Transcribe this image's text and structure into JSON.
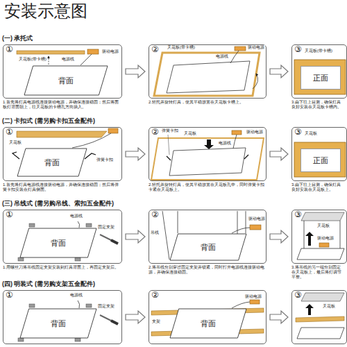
{
  "diagram": {
    "title": "安装示意图",
    "nodes": [
      {
        "text": [
          "①"
        ]
      },
      {
        "text": [
          "背面"
        ],
        "in": 0
      },
      {
        "text": [
          "②"
        ]
      },
      {
        "text": [
          "③"
        ]
      },
      {
        "text": [
          "正面"
        ],
        "in": 3
      },
      {
        "text": [
          "①"
        ]
      },
      {
        "text": [
          "背面"
        ],
        "in": 5
      },
      {
        "text": [
          "②"
        ]
      },
      {
        "text": [
          "③"
        ]
      },
      {
        "text": [
          "正面"
        ],
        "in": 8
      },
      {
        "text": [
          "①"
        ]
      },
      {
        "text": [
          "背面"
        ],
        "in": 10
      },
      {
        "text": [
          "②"
        ]
      },
      {
        "text": [
          "背面"
        ],
        "in": 12
      },
      {
        "text": [
          "③"
        ]
      },
      {
        "text": [
          "①"
        ]
      },
      {
        "text": [
          "背面"
        ],
        "in": 15
      },
      {
        "text": [
          "②"
        ]
      },
      {
        "text": [
          "背面"
        ],
        "in": 17
      },
      {
        "text": [
          "③"
        ]
      }
    ],
    "edges": [
      {
        "from": 0,
        "to": 2,
        "arrow": "to"
      },
      {
        "from": 2,
        "to": 3,
        "arrow": "to"
      },
      {
        "from": 5,
        "to": 7,
        "arrow": "to"
      },
      {
        "from": 7,
        "to": 8,
        "arrow": "to"
      },
      {
        "from": 10,
        "to": 12,
        "arrow": "to"
      },
      {
        "from": 12,
        "to": 14,
        "arrow": "to"
      },
      {
        "from": 15,
        "to": 17,
        "arrow": "to"
      },
      {
        "from": 17,
        "to": 19,
        "arrow": "to"
      }
    ],
    "labels": [
      "(一) 承托式",
      "天花板(带卡槽)",
      "电源线",
      "驱动电源",
      "天花板(带卡槽)",
      "电源线",
      "驱动电源",
      "天花板(带卡槽)",
      "1.首先将灯具电源线连接驱动电源，并确保连接稳固；然后将面板灯背面朝上，往天花板的卡槽孔方向插入。",
      "2.轻托并旋转灯具，使其平稳放置在天花板卡槽上。",
      "3.由下往上目测，确保灯具良好安装在天花板卡槽内。",
      "(二) 卡扣式 (需另购卡扣五金配件)",
      "天花板",
      "弹簧卡扣",
      "弹簧卡扣",
      "天花板",
      "电源线",
      "驱动电源",
      "天花板",
      "1.首先将灯具电源线连接驱动电源，并确保连接稳固；然后将弹簧卡扣安装在灯具侧面。",
      "2.轻托并旋转灯具，使其平稳放置在天花板孔中，同时弹簧卡扣卡紧在天花板上。",
      "3.由下往上目测，确保灯具良好安装在天花板上。",
      "(三) 吊线式 (需另购吊线、索扣五金配件)",
      "电源线",
      "固定支架",
      "吊线",
      "驱动电源",
      "天花板",
      "驱动电源",
      "1.用螺丝刀将吊线固定支架安装到灯具背面上，再固定支架后。",
      "2.将吊线分别穿过固定支架并锁紧，同时打开电源线连接驱动电源，并确保连接稳固。",
      "3.将吊线的另一端分别固定在天花板上，最后将灯调节平整。",
      "(四) 明装式 (需另购支架五金配件)",
      "电源线",
      "固定支架",
      "支架",
      "驱动电源",
      "天花板"
    ]
  }
}
